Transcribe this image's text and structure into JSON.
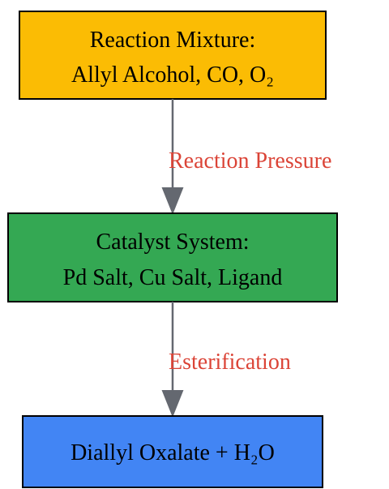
{
  "colors": {
    "node_top_fill": "#FBBC04",
    "node_middle_fill": "#34A853",
    "node_bottom_fill": "#4285F4",
    "edge_color": "#646870",
    "edge_label_color": "#DB4437"
  },
  "nodes": {
    "reaction_mixture": {
      "line1": "Reaction Mixture:",
      "line2": "Allyl Alcohol, CO, O₂"
    },
    "catalyst_system": {
      "line1": "Catalyst System:",
      "line2": "Pd Salt, Cu Salt, Ligand"
    },
    "product": {
      "line1": "Diallyl Oxalate + H₂O"
    }
  },
  "edges": {
    "mixture_to_catalyst": {
      "label": "Reaction Pressure"
    },
    "catalyst_to_product": {
      "label": "Esterification"
    }
  }
}
